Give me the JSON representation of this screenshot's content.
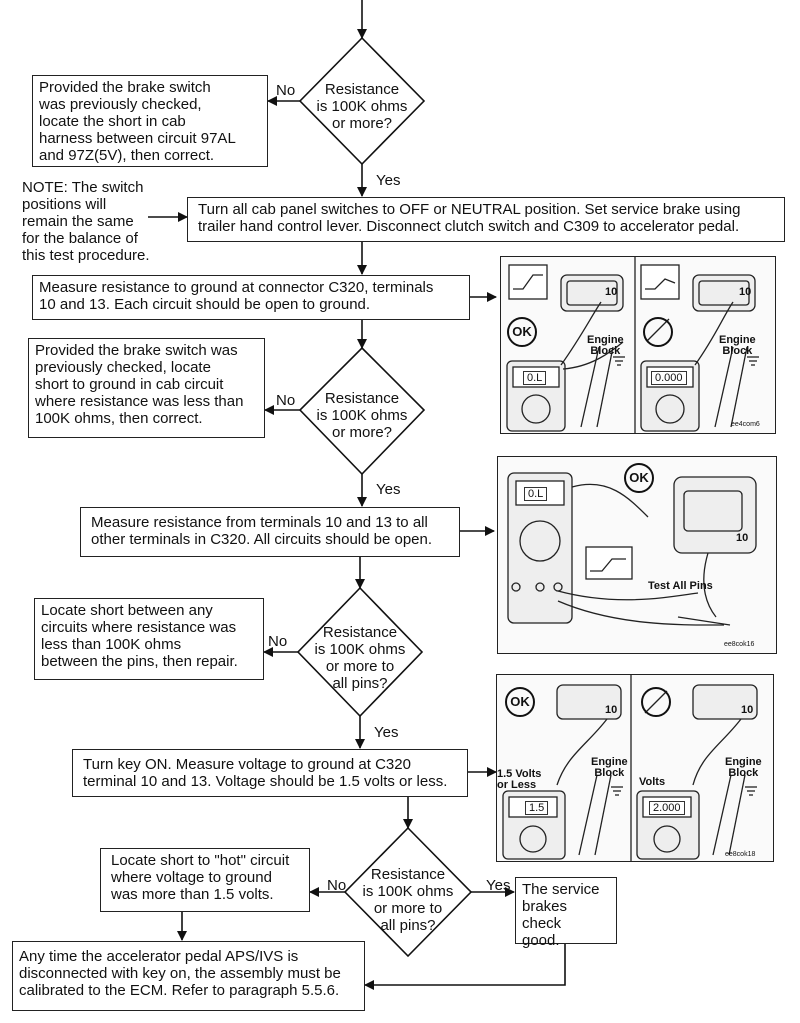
{
  "steps": {
    "shorted_97al": "Provided the brake switch\nwas previously checked,\nlocate the short in cab\nharness between circuit 97AL\nand 97Z(5V), then correct.",
    "note": "NOTE: The switch\npositions will\nremain the same\nfor the balance of\nthis test procedure.",
    "switches_off": "Turn all cab panel switches to OFF or NEUTRAL position. Set service brake using\ntrailer hand control lever. Disconnect clutch switch and C309 to accelerator pedal.",
    "measure_ground": "Measure resistance to ground at connector C320, terminals\n10 and 13. Each circuit should be open to ground.",
    "short_ground": "Provided the brake switch was\npreviously checked, locate\nshort to ground in cab circuit\nwhere resistance was less than\n100K ohms, then correct.",
    "measure_terminals": "Measure resistance from terminals 10 and 13 to all\nother terminals in C320. All circuits should be open.",
    "short_pins": "Locate short between any\ncircuits where resistance was\nless than 100K ohms\nbetween the pins, then repair.",
    "key_on": "Turn key ON. Measure voltage to ground at C320\nterminal 10 and 13. Voltage should be 1.5 volts or less.",
    "short_hot": "Locate short to \"hot\" circuit\nwhere voltage to ground\nwas more than 1.5 volts.",
    "brakes_good": "The service\nbrakes check\ngood.",
    "calibrate": "Any time the accelerator pedal APS/IVS is\ndisconnected with key on, the assembly must be\ncalibrated to the ECM. Refer to paragraph 5.5.6."
  },
  "decisions": {
    "d1": "Resistance\nis 100K ohms\nor more?",
    "d2": "Resistance\nis 100K ohms\nor more?",
    "d3": "Resistance\nis 100K ohms\nor more to\nall pins?",
    "d4": "Resistance\nis 100K ohms\nor more to\nall pins?"
  },
  "labels": {
    "yes": "Yes",
    "no": "No"
  },
  "illustrations": {
    "ok": "OK",
    "pin10": "10",
    "engine_block": "Engine\nBlock",
    "reading_ok_1": "0.L",
    "reading_bad_1": "0.000",
    "stamp_1": "ee4com6",
    "reading_ok_2": "0.L",
    "test_all_pins": "Test All Pins",
    "stamp_2": "ee8cok16",
    "volts_ok": "1.5 Volts\nor Less",
    "volts": "Volts",
    "reading_ok_3": "1.5",
    "reading_bad_3": "2.000",
    "stamp_3": "ee8cok18"
  }
}
